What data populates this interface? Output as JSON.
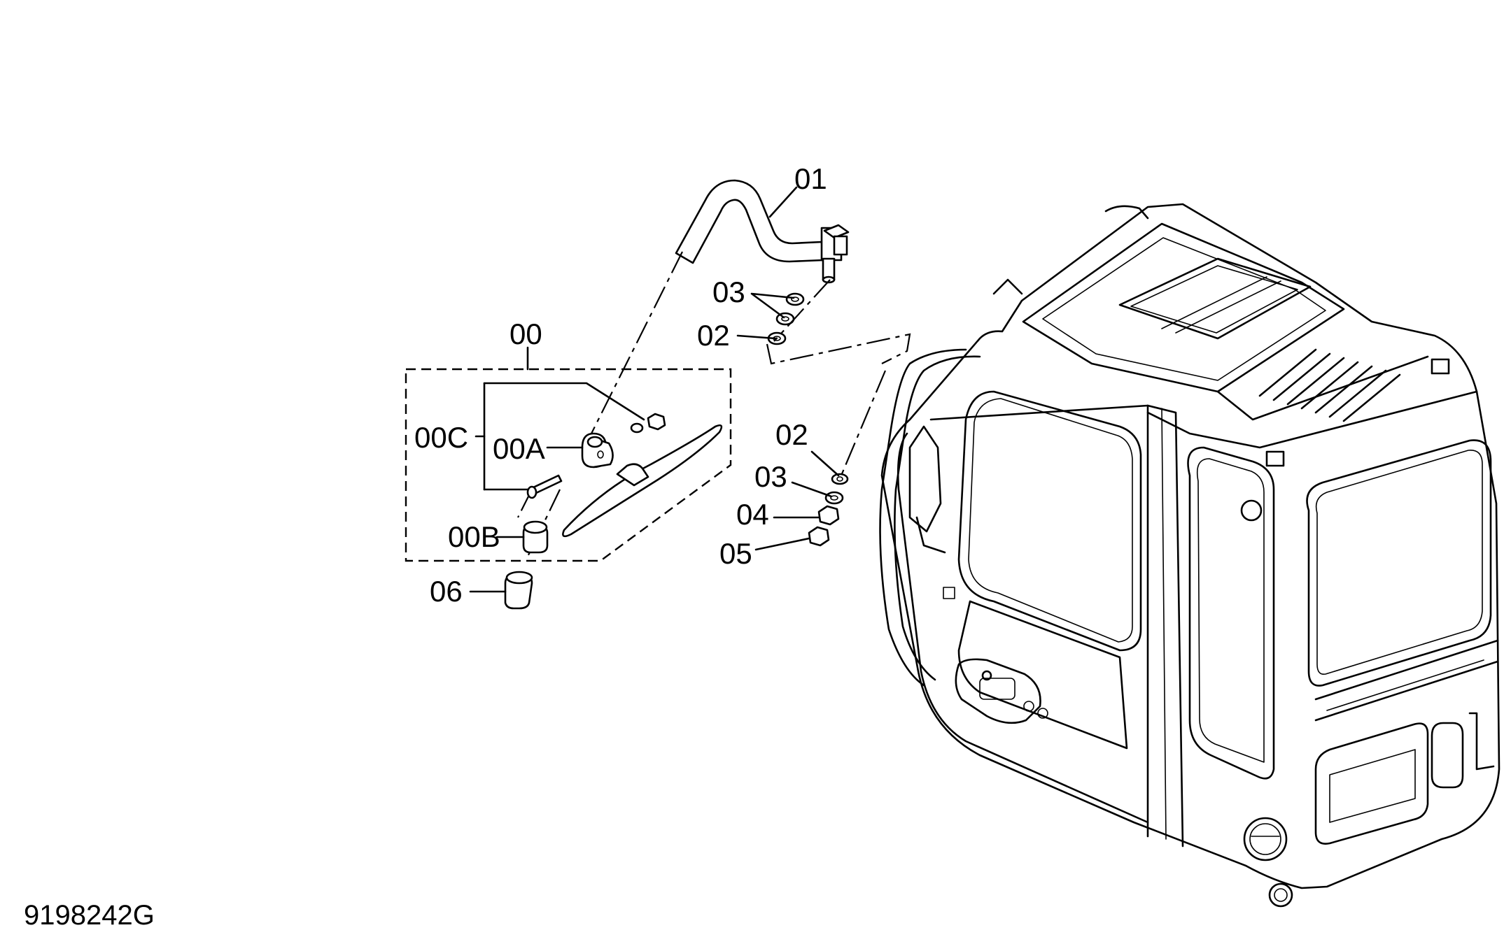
{
  "drawing_number": "9198242G",
  "labels": {
    "p01": "01",
    "p03_top": "03",
    "p02_top": "02",
    "p00": "00",
    "p00C": "00C",
    "p00A": "00A",
    "p00B": "00B",
    "p06": "06",
    "p02_bottom": "02",
    "p03_bottom": "03",
    "p04": "04",
    "p05": "05"
  }
}
